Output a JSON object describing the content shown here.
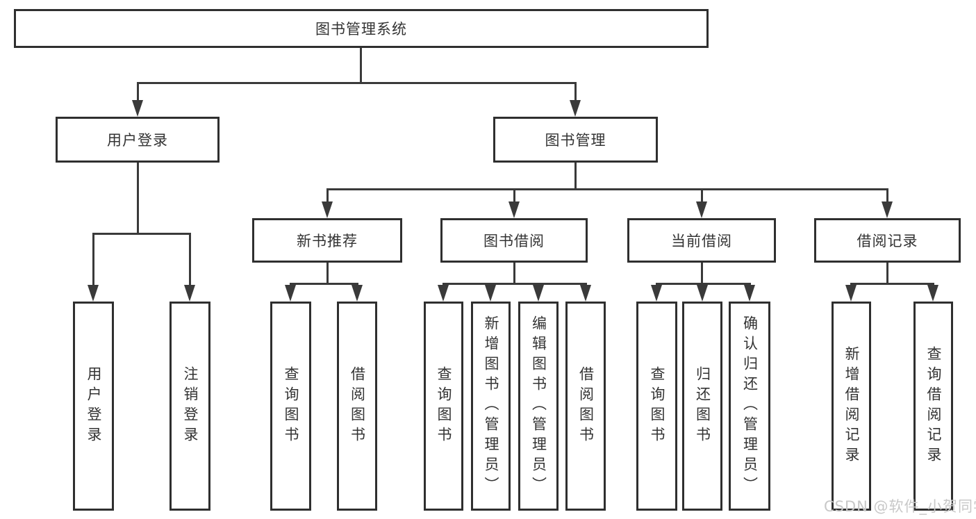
{
  "colors": {
    "background": "#ffffff",
    "line": "#3a3a3a",
    "box_border": "#2f2f2f",
    "box_background": "#ffffff",
    "text": "#333333",
    "watermark": "#c8c8c8"
  },
  "watermark": {
    "text": "CSDN @软件_小贺同学"
  },
  "tree": {
    "label": "图书管理系统",
    "children": [
      {
        "label": "用户登录",
        "children": [
          {
            "label": "用户登录"
          },
          {
            "label": "注销登录"
          }
        ]
      },
      {
        "label": "图书管理",
        "children": [
          {
            "label": "新书推荐",
            "children": [
              {
                "label": "查询图书"
              },
              {
                "label": "借阅图书"
              }
            ]
          },
          {
            "label": "图书借阅",
            "children": [
              {
                "label": "查询图书"
              },
              {
                "label": "新增图书（管理员）"
              },
              {
                "label": "编辑图书（管理员）"
              },
              {
                "label": "借阅图书"
              }
            ]
          },
          {
            "label": "当前借阅",
            "children": [
              {
                "label": "查询图书"
              },
              {
                "label": "归还图书"
              },
              {
                "label": "确认归还（管理员）"
              }
            ]
          },
          {
            "label": "借阅记录",
            "children": [
              {
                "label": "新增借阅记录"
              },
              {
                "label": "查询借阅记录"
              }
            ]
          }
        ]
      }
    ]
  }
}
